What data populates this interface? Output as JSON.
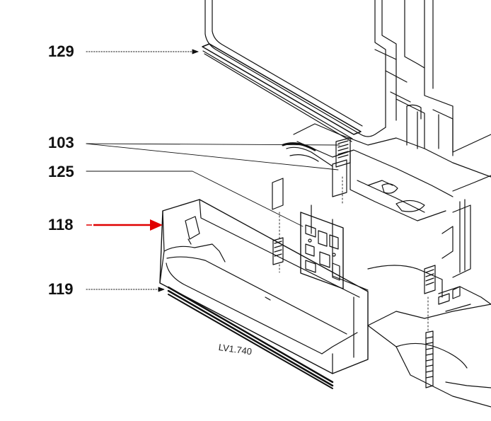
{
  "diagram": {
    "callouts": [
      {
        "id": "129",
        "label": "129"
      },
      {
        "id": "103",
        "label": "103"
      },
      {
        "id": "125",
        "label": "125"
      },
      {
        "id": "118",
        "label": "118"
      },
      {
        "id": "119",
        "label": "119"
      }
    ],
    "model_code": "LV1.740",
    "highlight_color": "#e00000",
    "line_color": "#111111"
  }
}
